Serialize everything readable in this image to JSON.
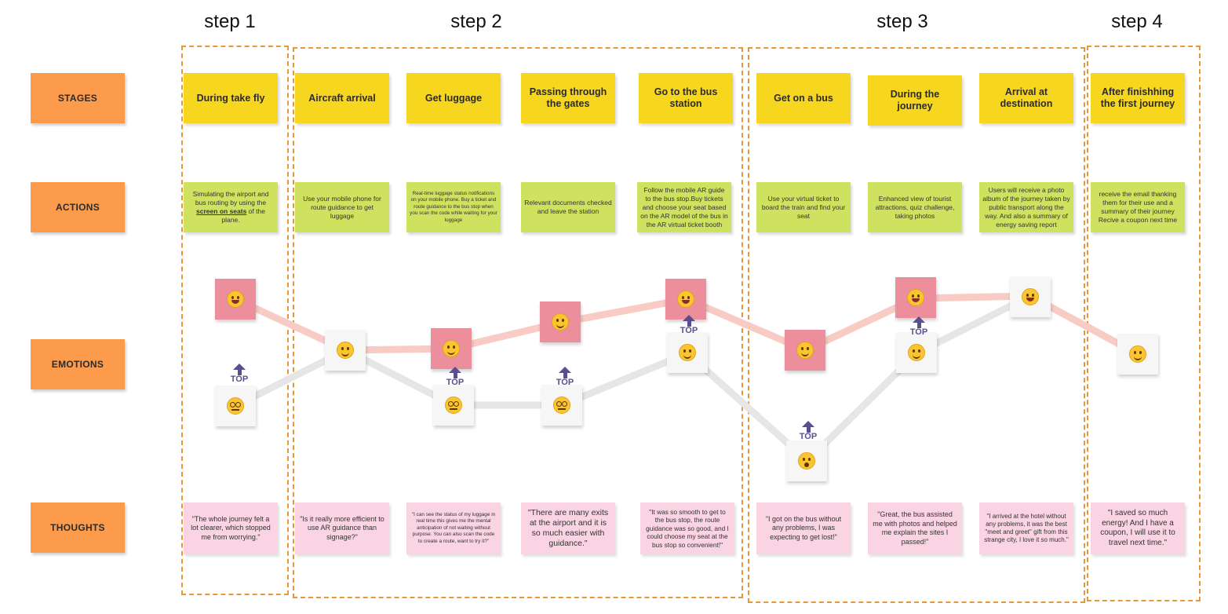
{
  "steps": [
    "step 1",
    "step 2",
    "step 3",
    "step 4"
  ],
  "row_labels": {
    "stages": "STAGES",
    "actions": "ACTIONS",
    "emotions": "EMOTIONS",
    "thoughts": "THOUGHTS"
  },
  "columns": [
    {
      "stage": "During take fly",
      "action_pre": "Simulating the airport  and bus routing by using the ",
      "action_em": "screen on seats",
      "action_post": " of the plane.",
      "thought": "\"The whole journey felt a lot clearer, which stopped me from worrying.\""
    },
    {
      "stage": "Aircraft arrival",
      "action": "Use your mobile phone for route guidance to get luggage",
      "thought": "\"Is it really more efficient to use AR guidance than signage?\""
    },
    {
      "stage": "Get luggage",
      "action": "Real-time luggage status notifications on your mobile phone. Buy a ticket and route guidance to the bus stop when you scan the code while waiting for your luggage",
      "thought": "\"I can see the status of my luggage in real time this gives me the mental anticipation of not waiting without purpose. You can also scan the code to create a route, want to try it?\""
    },
    {
      "stage": "Passing through the gates",
      "action": "Relevant documents checked and leave the station",
      "thought": "\"There are many exits at the airport and it is so much easier with guidance.\""
    },
    {
      "stage": "Go to the bus station",
      "action": "Follow the mobile AR guide to the bus stop.Buy tickets and choose your seat based on the AR model of the bus in the AR virtual ticket booth",
      "thought": "\"It was so smooth to get to the bus stop, the route guidance was so good, and I could choose my seat at the bus stop so convenient!\""
    },
    {
      "stage": "Get on a bus",
      "action": "Use your virtual ticket to board the train and find your seat",
      "thought": "\"I got on the bus without any problems, I was expecting to get lost!\""
    },
    {
      "stage": "During the journey",
      "action": "Enhanced view of tourist attractions, quiz challenge, taking photos",
      "thought": "\"Great, the bus assisted me with photos and helped me explain the sites I passed!\""
    },
    {
      "stage": "Arrival at destination",
      "action": "Users will receive a photo album of the journey taken by public transport along the way. And also a summary of energy saving report",
      "thought": "\"I arrived at the hotel without any problems, it was the best \"meet and greet\" gift from this strange city, I love it so much.\""
    },
    {
      "stage": "After finishhing the first journey",
      "action": "receive the email thanking them for their use and a summary of their journey Recive a coupon next time",
      "thought": "\"I saved so much energy! And I have a coupon, I will use it to travel next time.\""
    }
  ],
  "top_label": "TOP",
  "colors": {
    "stage": "#f7d61f",
    "action": "#cfe25f",
    "thought": "#fad4e3",
    "row_label": "#fb9b4b",
    "step_border": "#e8963a",
    "pink_line": "#f7c9c2",
    "gray_line": "#e3e3e3",
    "top_marker": "#5b4e8e"
  },
  "emotion_icons": [
    "laughing-face-icon",
    "smiling-face-icon",
    "dizzy-face-icon",
    "shocked-face-icon"
  ]
}
